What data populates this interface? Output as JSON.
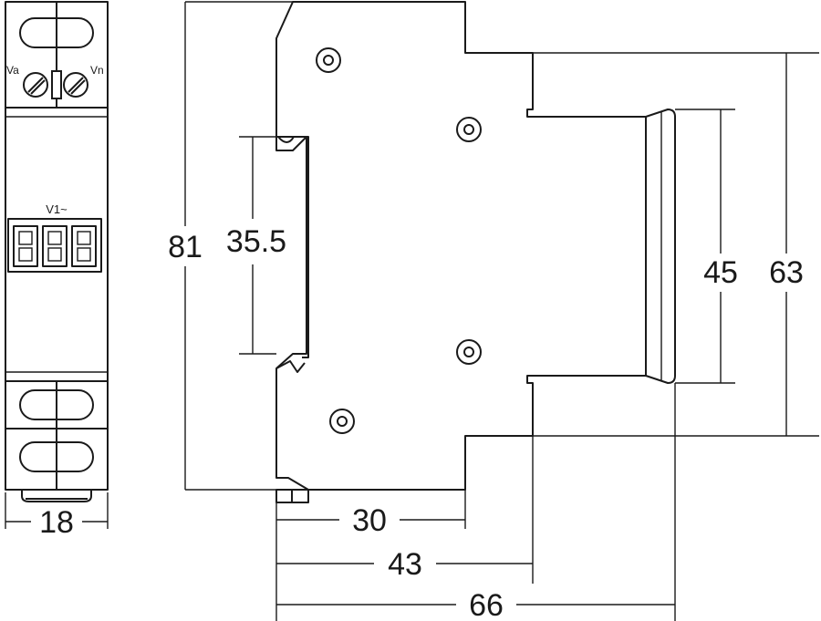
{
  "front_view": {
    "terminal_left": "Va",
    "terminal_right": "Vn",
    "display_label": "V1~",
    "width_dim": "18"
  },
  "side_view": {
    "height_overall": "81",
    "rail_height": "35.5",
    "inner_height": "45",
    "outer_height": "63",
    "depth_1": "30",
    "depth_2": "43",
    "depth_3": "66"
  }
}
